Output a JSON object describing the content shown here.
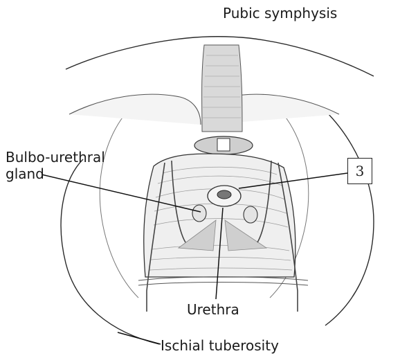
{
  "labels": {
    "pubic_symphysis": "Pubic symphysis",
    "bulbo_urethral_line1": "Bulbo-urethral",
    "bulbo_urethral_line2": "gland",
    "urethra": "Urethra",
    "ischial_tuberosity": "Ischial tuberosity",
    "callout_number": "3"
  },
  "colors": {
    "line": "#2a2a2a",
    "shade": "#d6d6d6",
    "light_shade": "#ececec",
    "background": "#ffffff"
  }
}
